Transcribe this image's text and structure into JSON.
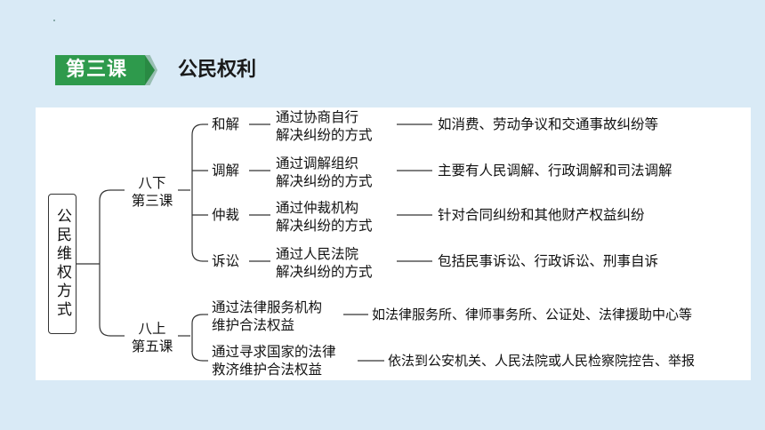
{
  "header": {
    "lesson_tag": "第三课",
    "lesson_title": "公民权利"
  },
  "diagram": {
    "root": "公民维权方式",
    "branches": [
      {
        "label_line1": "八下",
        "label_line2": "第三课",
        "children": [
          {
            "method": "和解",
            "desc_line1": "通过协商自行",
            "desc_line2": "解决纠纷的方式",
            "example": "如消费、劳动争议和交通事故纠纷等"
          },
          {
            "method": "调解",
            "desc_line1": "通过调解组织",
            "desc_line2": "解决纠纷的方式",
            "example": "主要有人民调解、行政调解和司法调解"
          },
          {
            "method": "仲裁",
            "desc_line1": "通过仲裁机构",
            "desc_line2": "解决纠纷的方式",
            "example": "针对合同纠纷和其他财产权益纠纷"
          },
          {
            "method": "诉讼",
            "desc_line1": "通过人民法院",
            "desc_line2": "解决纠纷的方式",
            "example": "包括民事诉讼、行政诉讼、刑事自诉"
          }
        ]
      },
      {
        "label_line1": "八上",
        "label_line2": "第五课",
        "children": [
          {
            "desc_line1": "通过法律服务机构",
            "desc_line2": "维护合法权益",
            "example": "如法律服务所、律师事务所、公证处、法律援助中心等"
          },
          {
            "desc_line1": "通过寻求国家的法律",
            "desc_line2": "救济维护合法权益",
            "example": "依法到公安机关、人民法院或人民检察院控告、举报"
          }
        ]
      }
    ]
  }
}
